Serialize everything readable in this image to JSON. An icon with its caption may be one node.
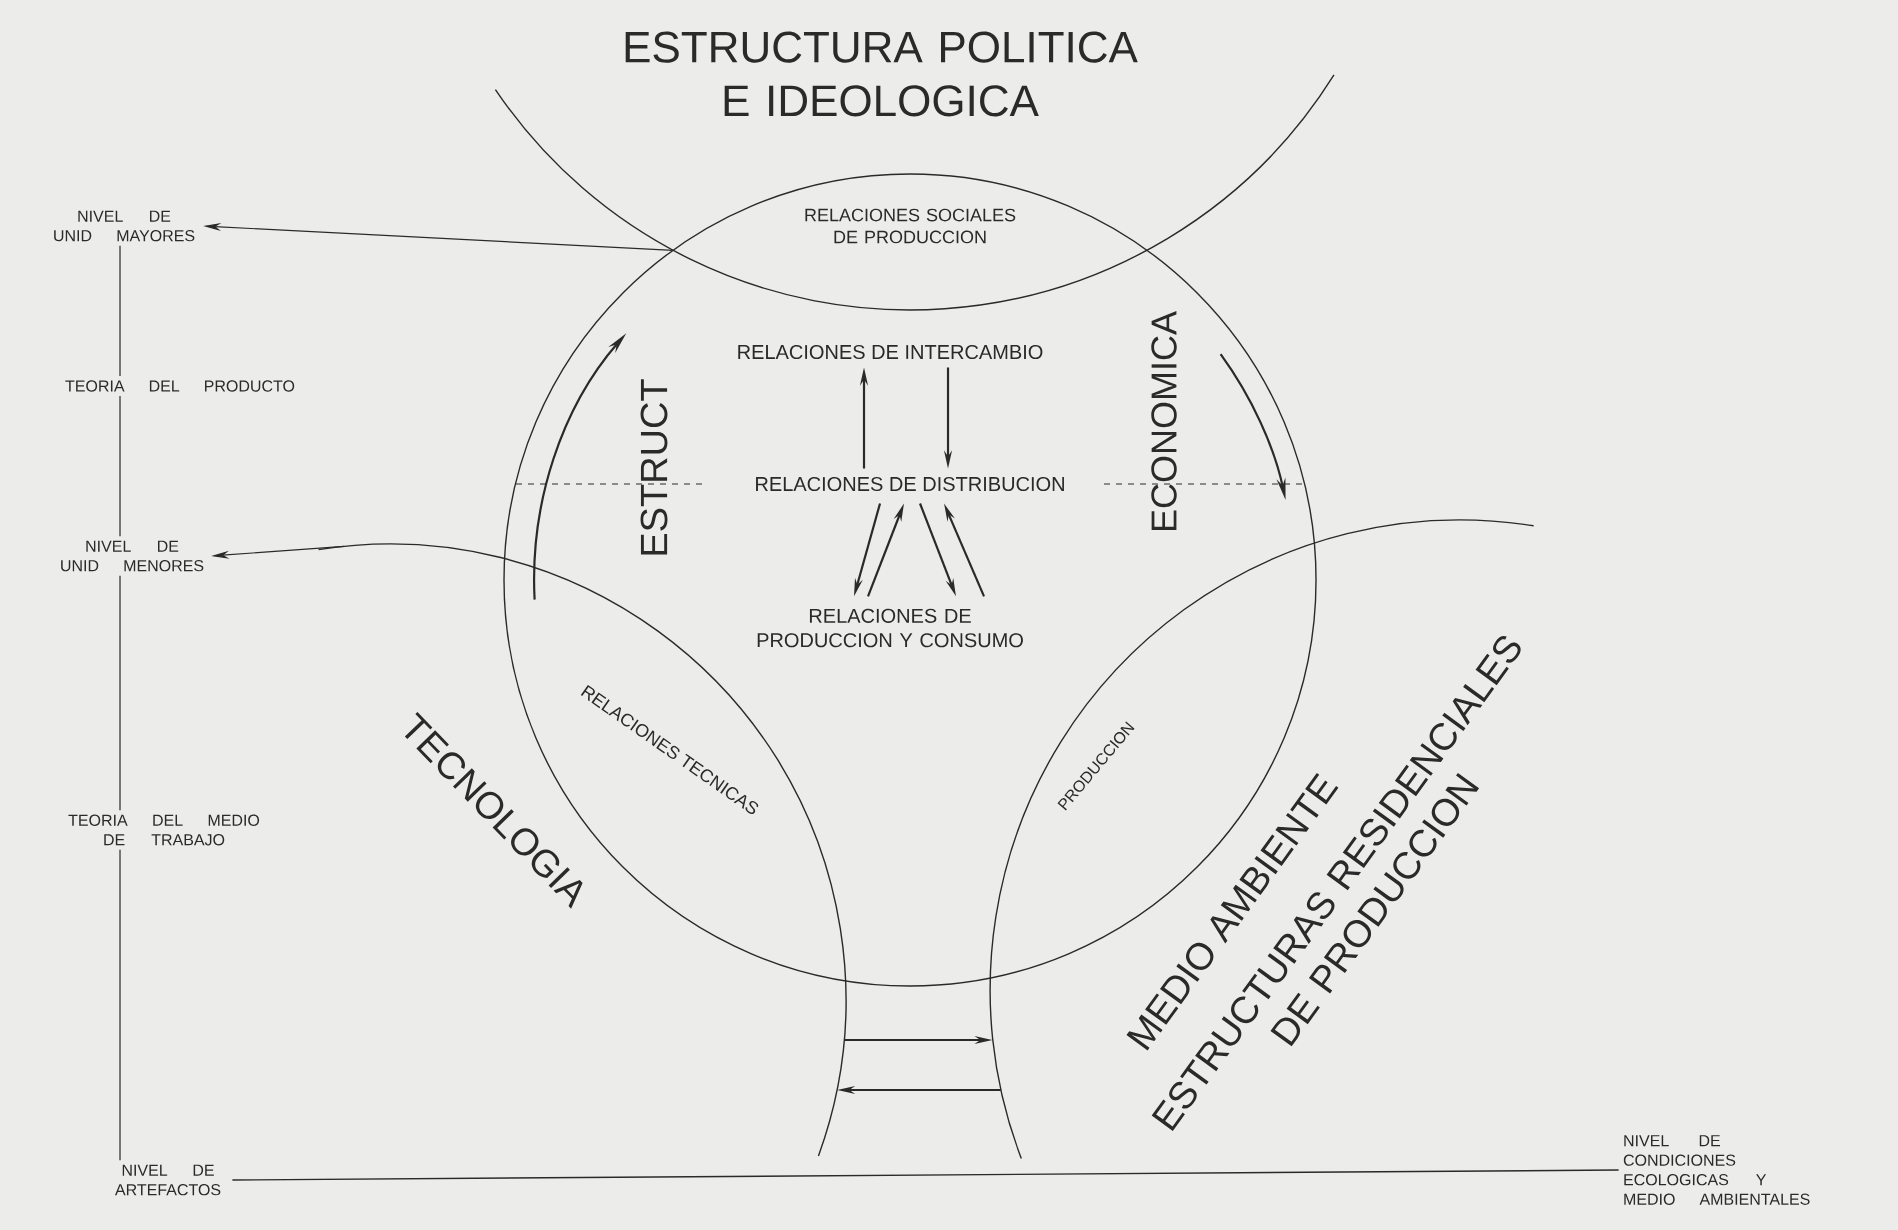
{
  "diagram": {
    "nodes": [
      {
        "text": [
          "ESTRUCTURA POLITICA E IDEOLOGICA"
        ]
      },
      {
        "text": [
          "ESTRUCT",
          "ECONOMICA"
        ]
      },
      {
        "text": [
          "TECNOLOGIA"
        ]
      },
      {
        "text": [
          "MEDIO AMBIENTE",
          "ESTRUCTURAS RESIDENCIALES DE PRODUCCION"
        ]
      },
      {
        "text": [
          "RELACIONES DE INTERCAMBIO"
        ],
        "in": 1
      },
      {
        "text": [
          "RELACIONES DE DISTRIBUCION"
        ],
        "in": 1
      },
      {
        "text": [
          "RELACIONES DE PRODUCCION Y CONSUMO"
        ],
        "in": 1
      },
      {
        "text": [
          "NIVEL DE UNID MAYORES"
        ]
      },
      {
        "text": [
          "TEORIA DEL PRODUCTO"
        ]
      },
      {
        "text": [
          "NIVEL DE UNID MENORES"
        ]
      },
      {
        "text": [
          "TEORIA DEL MEDIO DE TRABAJO"
        ]
      },
      {
        "text": [
          "NIVEL DE ARTEFACTOS"
        ]
      },
      {
        "text": [
          "NIVEL DE CONDICIONES ECOLOGICAS Y MEDIO AMBIENTALES"
        ]
      }
    ],
    "edges": [
      {
        "from": 1,
        "to": 7,
        "arrow": "to"
      },
      {
        "from": 2,
        "to": 9,
        "arrow": "to"
      },
      {
        "from": 7,
        "to": 8,
        "arrow": "none"
      },
      {
        "from": 8,
        "to": 9,
        "arrow": "none"
      },
      {
        "from": 9,
        "to": 10,
        "arrow": "none"
      },
      {
        "from": 10,
        "to": 11,
        "arrow": "none"
      },
      {
        "from": 11,
        "to": 12,
        "arrow": "none"
      },
      {
        "from": 5,
        "to": 4,
        "arrow": "to"
      },
      {
        "from": 4,
        "to": 5,
        "arrow": "to"
      },
      {
        "from": 5,
        "to": 6,
        "arrow": "to"
      },
      {
        "from": 6,
        "to": 5,
        "arrow": "to"
      },
      {
        "from": 5,
        "to": 6,
        "arrow": "to"
      },
      {
        "from": 6,
        "to": 5,
        "arrow": "to"
      },
      {
        "from": 2,
        "to": 3,
        "arrow": "to"
      },
      {
        "from": 3,
        "to": 2,
        "arrow": "to"
      }
    ],
    "labels": [
      "RELACIONES SOCIALES DE PRODUCCION",
      "RELACIONES TECNICAS",
      "PRODUCCION"
    ]
  }
}
